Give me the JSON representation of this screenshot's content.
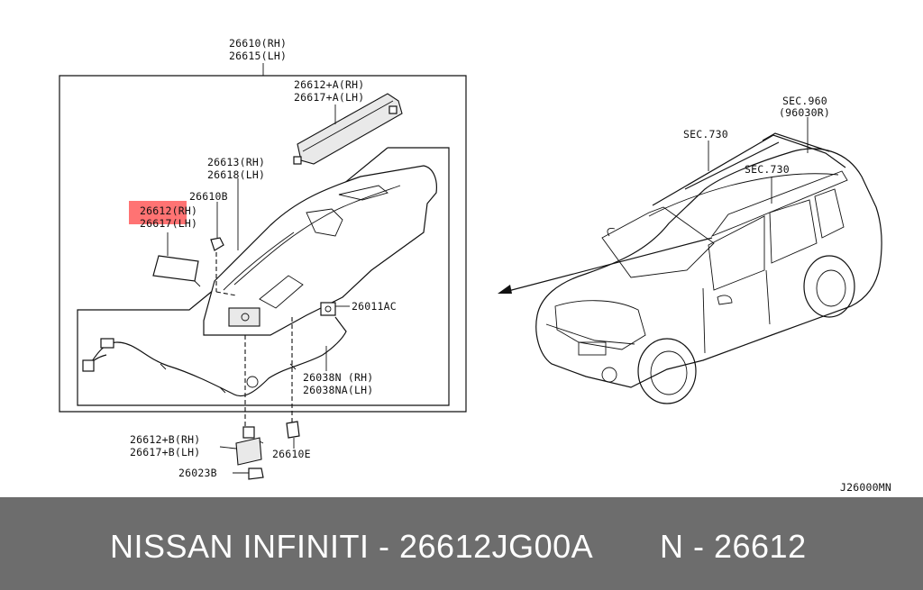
{
  "diagram": {
    "labels": {
      "l_26610": "26610(RH)",
      "l_26615": "26615(LH)",
      "l_26612a": "26612+A(RH)",
      "l_26617a": "26617+A(LH)",
      "l_26613": "26613(RH)",
      "l_26618": "26618(LH)",
      "l_26610b": "26610B",
      "l_26612": "26612(RH)",
      "l_26617": "26617(LH)",
      "l_26011ac": "26011AC",
      "l_26038n": "26038N  (RH)",
      "l_26038na": "26038NA(LH)",
      "l_26612b": "26612+B(RH)",
      "l_26617b": "26617+B(LH)",
      "l_26610e": "26610E",
      "l_26023b": "26023B",
      "l_sec960": "SEC.960",
      "l_96030r": "(96030R)",
      "l_sec730a": "SEC.730",
      "l_sec730b": "SEC.730",
      "l_code": "J26000MN"
    },
    "highlight_color": "#ff5a5a"
  },
  "footer": {
    "brand_text": "NISSAN INFINITI - 26612JG00A",
    "ref_text": "N - 26612",
    "band_color": "#6d6d6d",
    "text_color": "#ffffff"
  }
}
